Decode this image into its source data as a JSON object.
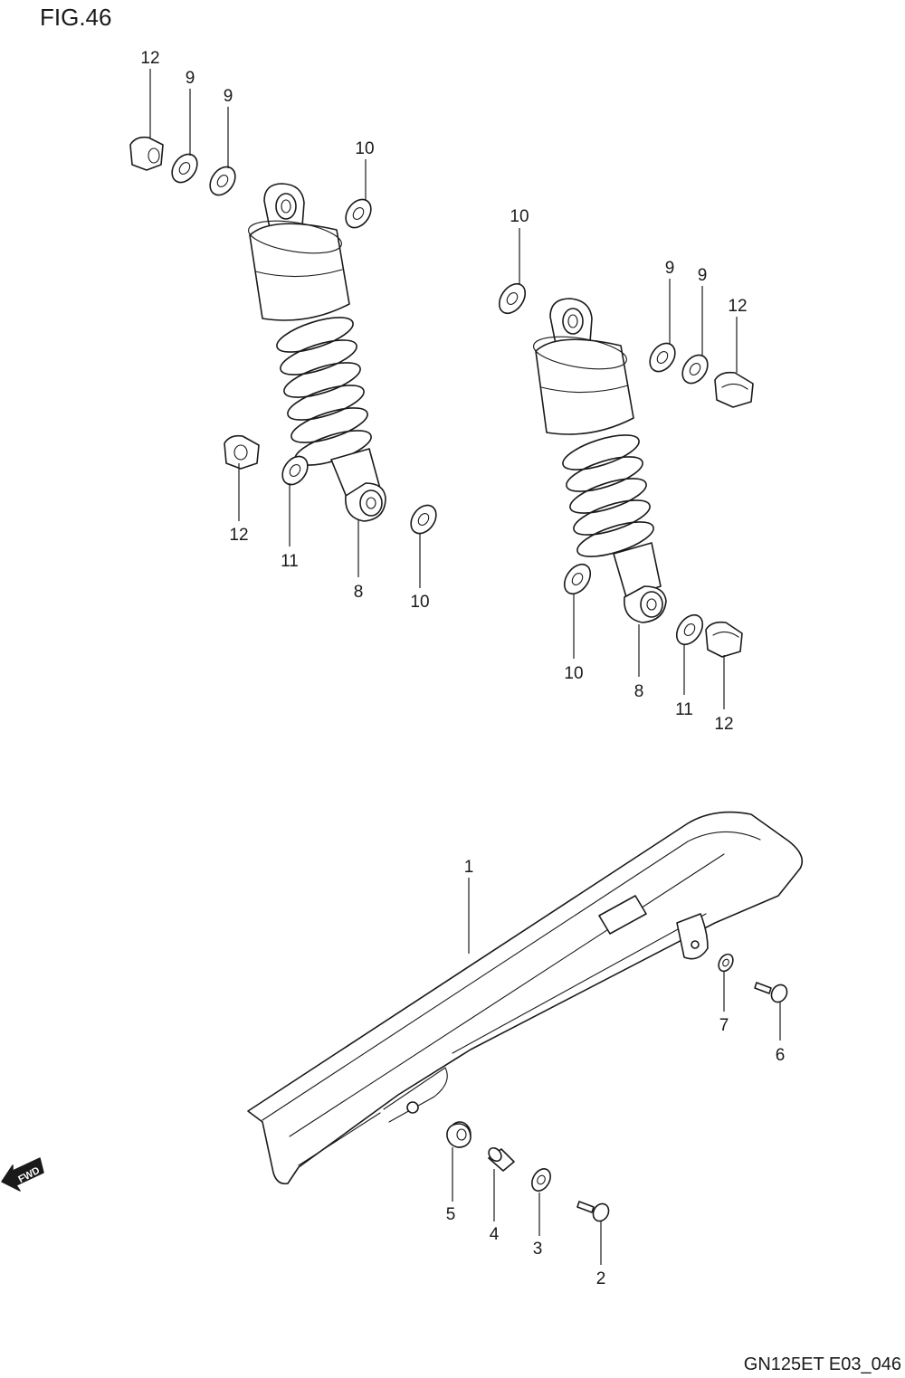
{
  "figure": {
    "title": "FIG.46",
    "drawing_code": "GN125ET E03_046"
  },
  "direction_marker": {
    "label": "FWD",
    "icon": "forward-arrow-icon"
  },
  "callouts": [
    "12",
    "9",
    "9",
    "10",
    "10",
    "9",
    "9",
    "12",
    "12",
    "11",
    "8",
    "10",
    "10",
    "8",
    "11",
    "12",
    "1",
    "7",
    "6",
    "5",
    "4",
    "3",
    "2"
  ]
}
